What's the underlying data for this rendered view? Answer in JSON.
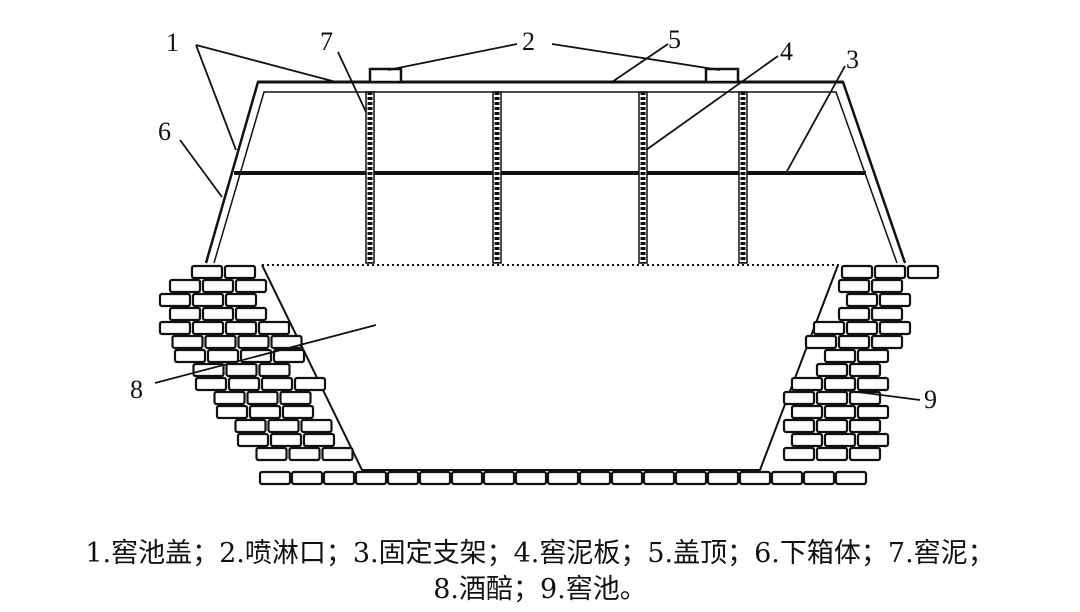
{
  "labels": {
    "l1": "1",
    "l2": "2",
    "l3": "3",
    "l4": "4",
    "l5": "5",
    "l6": "6",
    "l7": "7",
    "l8": "8",
    "l9": "9"
  },
  "caption": {
    "line1": "1.窖池盖；2.喷淋口；3.固定支架；4.窖泥板；5.盖顶；6.下箱体；7.窖泥；",
    "line2": "8.酒醅；9.窖池。"
  },
  "colors": {
    "stroke": "#111111",
    "brick": "#ffffff"
  }
}
